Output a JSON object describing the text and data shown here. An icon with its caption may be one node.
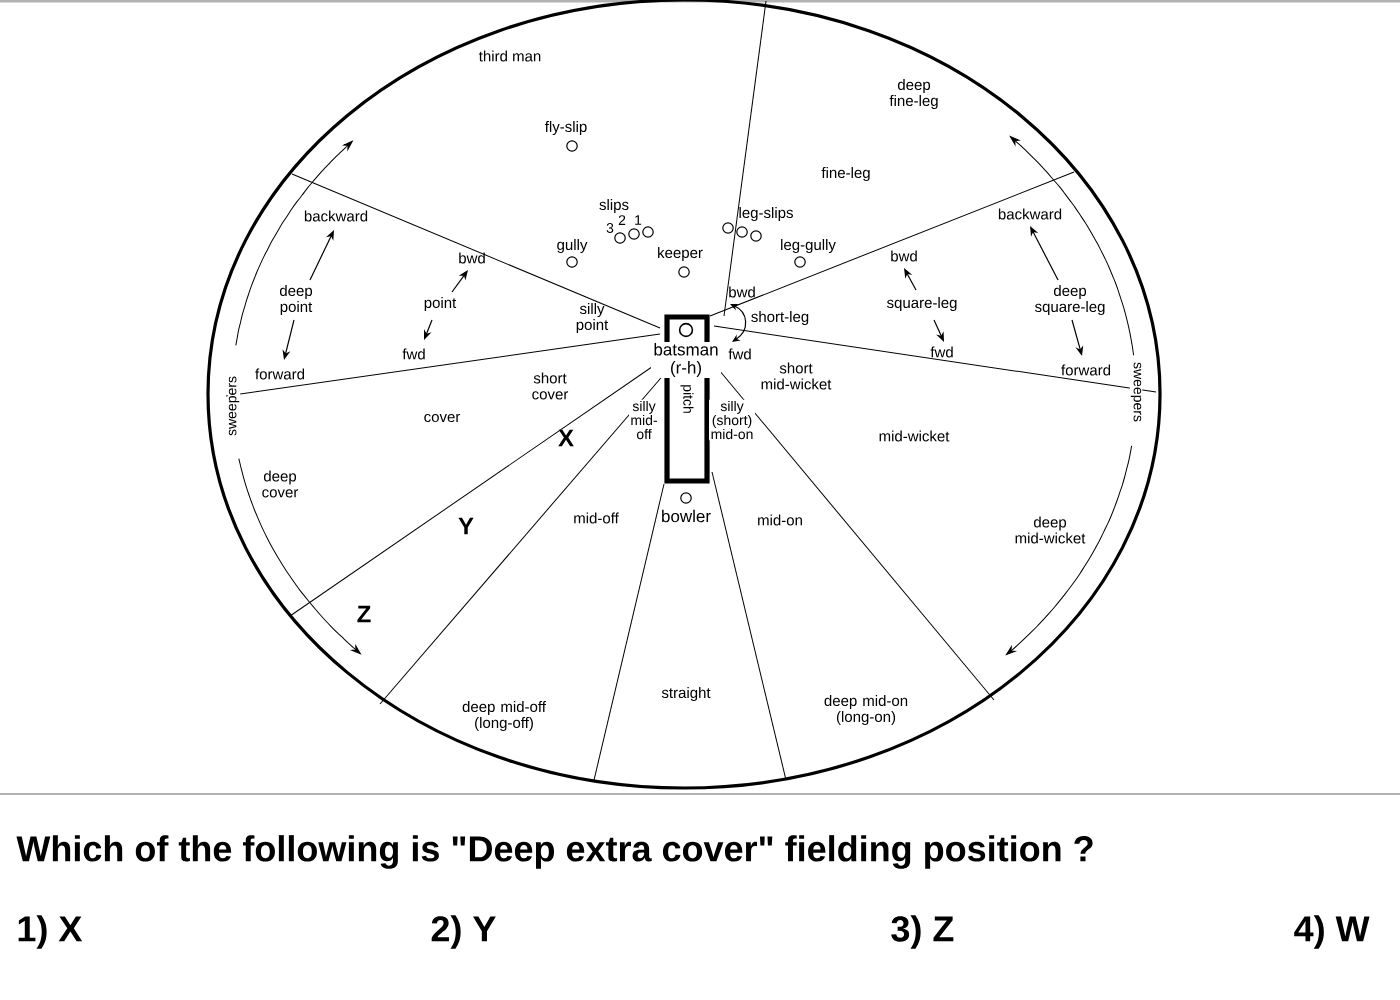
{
  "diagram": {
    "nodes": [
      {
        "text": [
          "pitch"
        ]
      }
    ],
    "labels": [
      "third man",
      "deep fine-leg",
      "fly-slip",
      "fine-leg",
      "backward",
      "slips",
      "leg-slips",
      "backward",
      "3",
      "2",
      "1",
      "bwd",
      "gully",
      "keeper",
      "leg-gully",
      "bwd",
      "bwd",
      "deep point",
      "point",
      "silly point",
      "short-leg",
      "square-leg",
      "deep square-leg",
      "forward",
      "fwd",
      "short cover",
      "batsman (r-h)",
      "fwd",
      "short mid-wicket",
      "fwd",
      "forward",
      "sweepers",
      "sweepers",
      "cover",
      "X",
      "silly mid-off",
      "silly (short) mid-on",
      "mid-wicket",
      "deep cover",
      "Y",
      "mid-off",
      "bowler",
      "mid-on",
      "deep mid-wicket",
      "Z",
      "straight",
      "deep mid-off (long-off)",
      "deep mid-on (long-on)",
      "Which of the following is \"Deep extra cover\" fielding position ?",
      "1) X",
      "2) Y",
      "3) Z",
      "4) W"
    ]
  }
}
